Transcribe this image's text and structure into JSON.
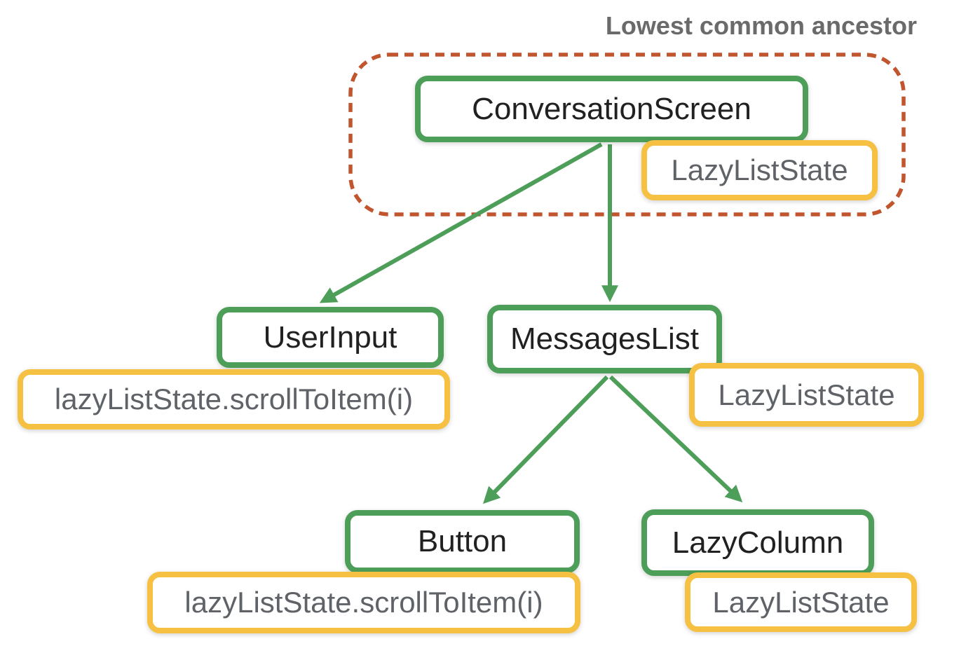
{
  "title": "Lowest common ancestor",
  "colors": {
    "green": "#4d9e58",
    "yellow": "#f6c142",
    "dash": "#c0552e",
    "label_dark": "#212121",
    "label_gray": "#5f6368",
    "title_gray": "#6a6a6a",
    "node_bg": "#ffffff"
  },
  "nodes": {
    "conversation_screen": {
      "label": "ConversationScreen",
      "border": "green"
    },
    "lazy_list_state_top": {
      "label": "LazyListState",
      "border": "yellow"
    },
    "user_input": {
      "label": "UserInput",
      "border": "green"
    },
    "scroll_to_item_left": {
      "label": "lazyListState.scrollToItem(i)",
      "border": "yellow"
    },
    "messages_list": {
      "label": "MessagesList",
      "border": "green"
    },
    "lazy_list_state_middle": {
      "label": "LazyListState",
      "border": "yellow"
    },
    "button": {
      "label": "Button",
      "border": "green"
    },
    "scroll_to_item_bottom": {
      "label": "lazyListState.scrollToItem(i)",
      "border": "yellow"
    },
    "lazy_column": {
      "label": "LazyColumn",
      "border": "green"
    },
    "lazy_list_state_bottom": {
      "label": "LazyListState",
      "border": "yellow"
    }
  },
  "edges": [
    {
      "from": "ConversationScreen",
      "to": "UserInput"
    },
    {
      "from": "ConversationScreen",
      "to": "MessagesList"
    },
    {
      "from": "MessagesList",
      "to": "Button"
    },
    {
      "from": "MessagesList",
      "to": "LazyColumn"
    }
  ],
  "lowest_common_ancestor_group": [
    "ConversationScreen",
    "LazyListState"
  ]
}
